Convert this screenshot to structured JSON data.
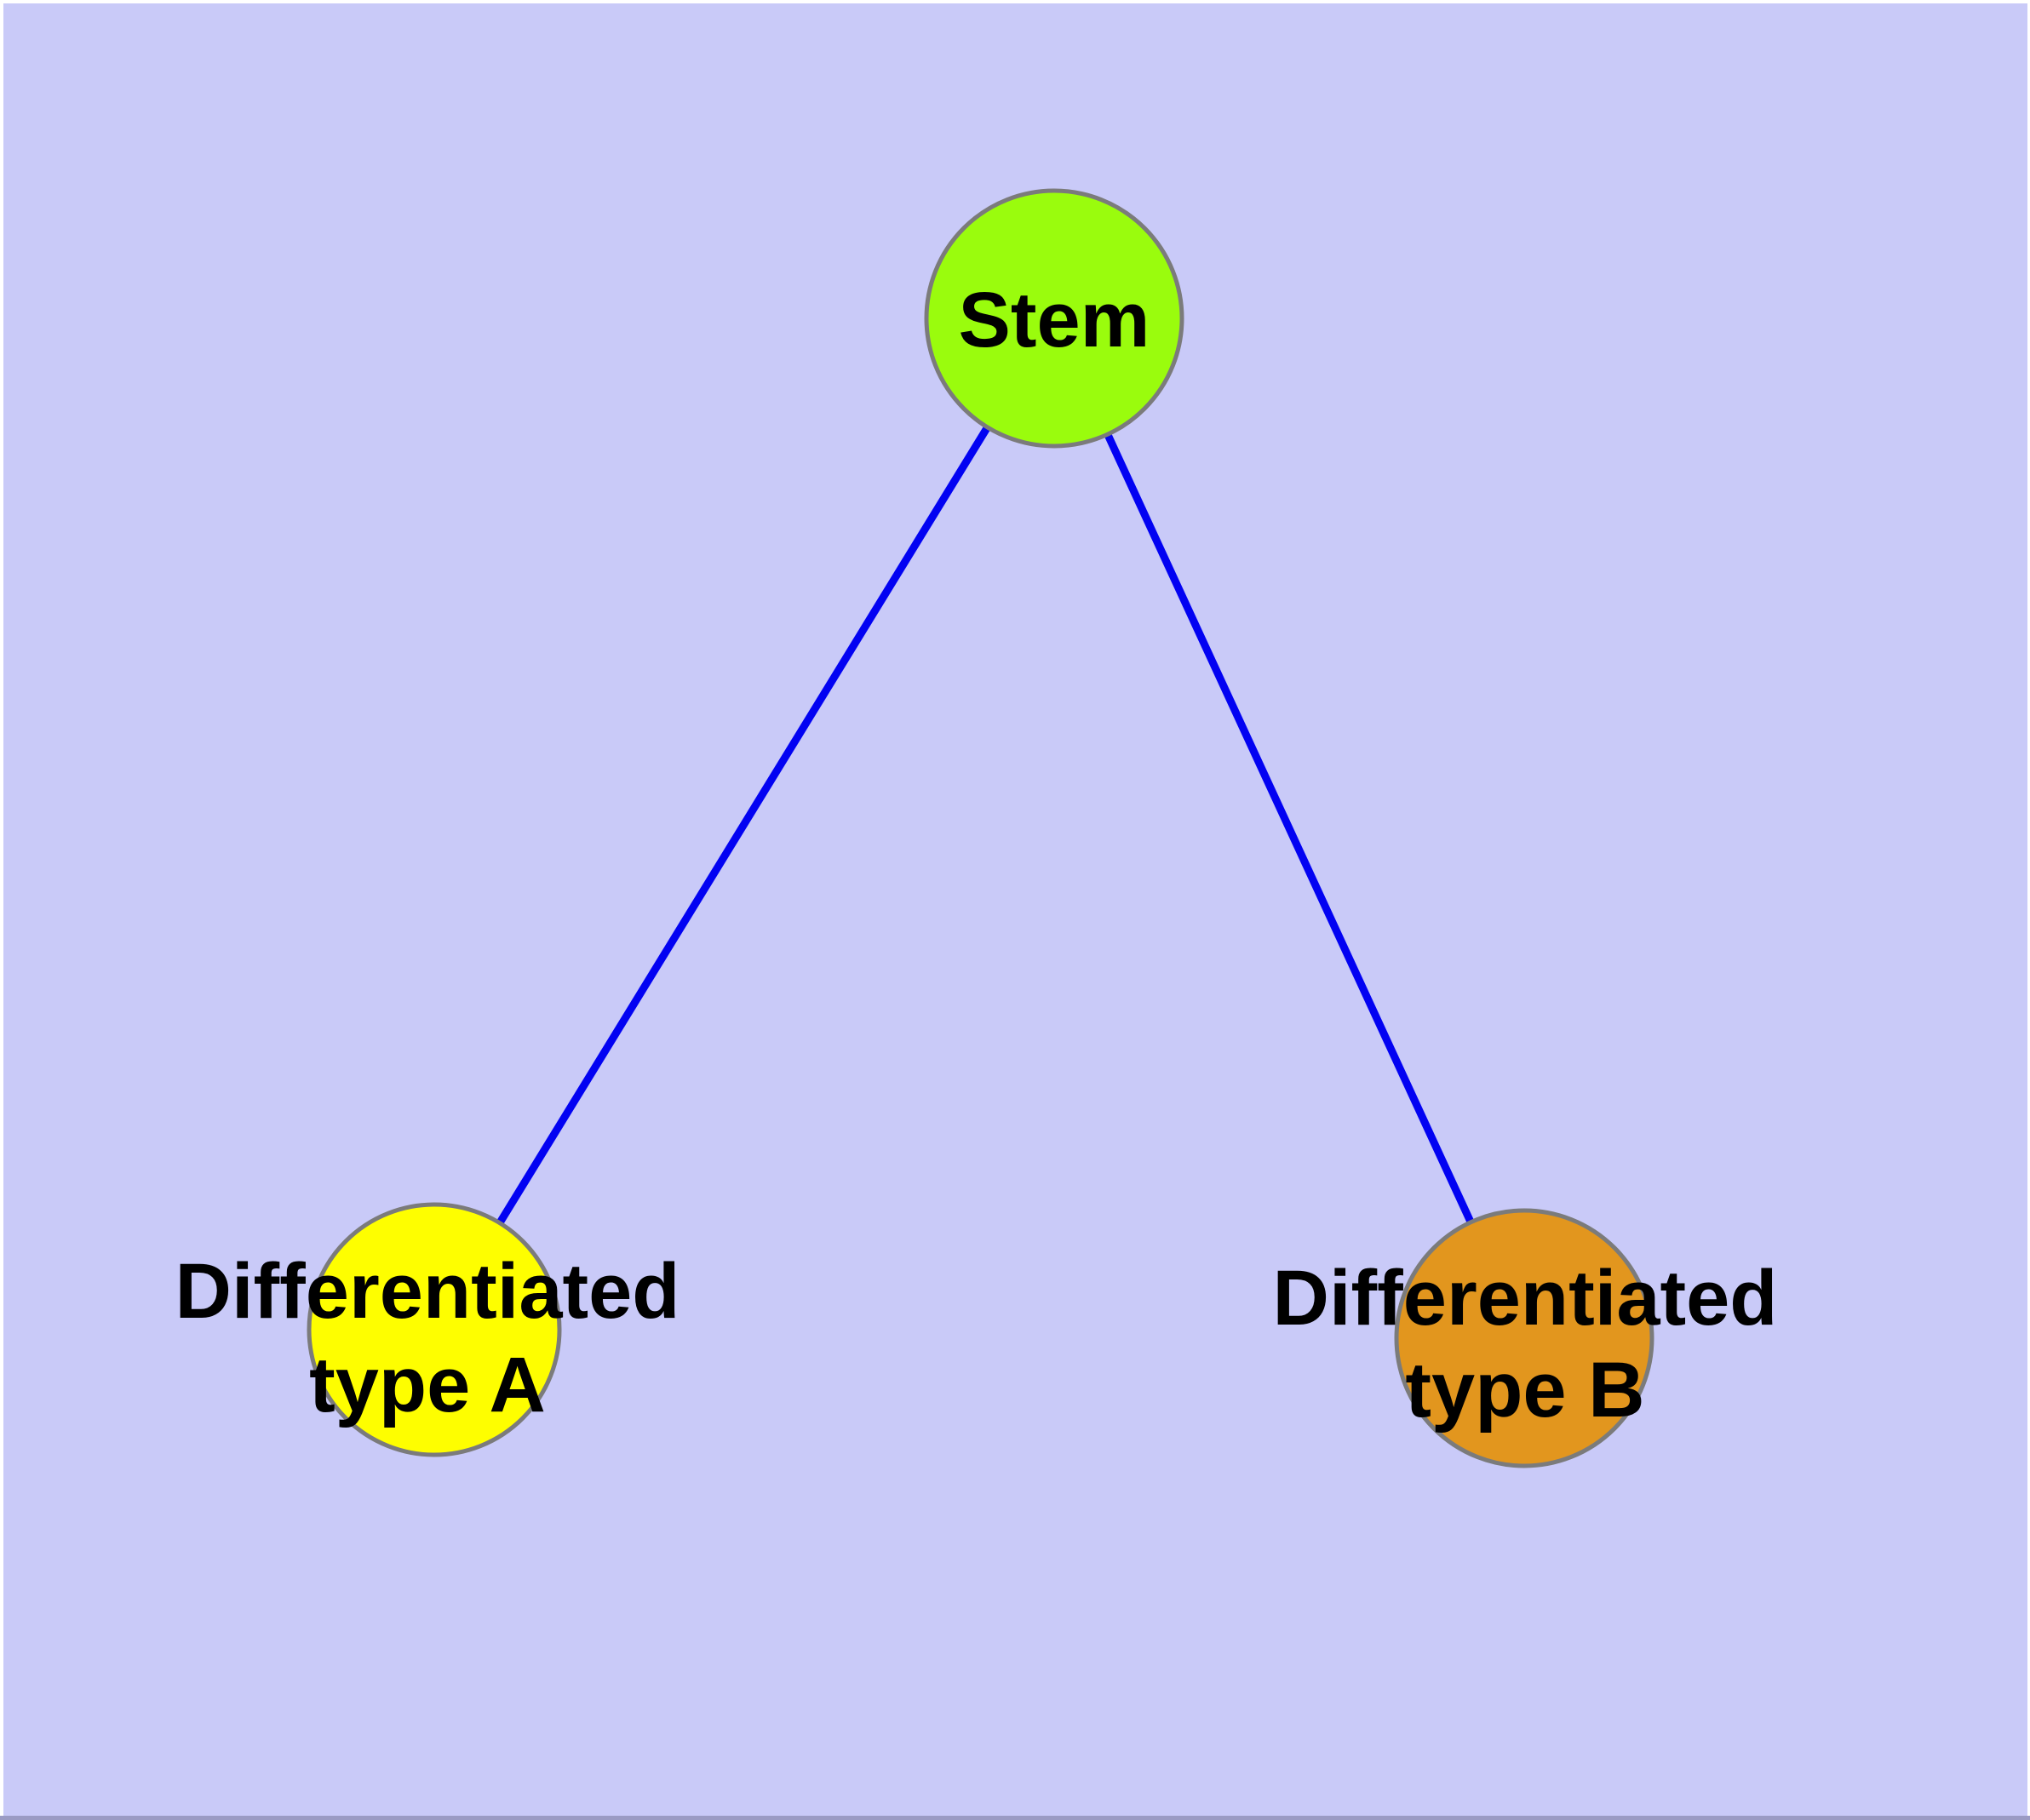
{
  "diagram": {
    "type": "graph",
    "description": "Stem cell differentiation tree: one stem node connected to two differentiated cell type nodes",
    "background_color": "#c9caf8",
    "margin_color": "#ffffff",
    "bottom_edge_color": "#9b9bc4",
    "edge_color": "#0202f2",
    "node_border_color": "#7b7b7b",
    "label_color": "#000000",
    "nodes": [
      {
        "id": "stem",
        "label": "Stem",
        "fill": "#9afc0d"
      },
      {
        "id": "differentiated-type-a",
        "label": "Differentiated type A",
        "line1": "Differentiated",
        "line2": "type A",
        "fill": "#fefe00"
      },
      {
        "id": "differentiated-type-b",
        "label": "Differentiated type B",
        "line1": "Differentiated",
        "line2": "type B",
        "fill": "#e2961e"
      }
    ],
    "edges": [
      {
        "from": "Stem",
        "to": "Differentiated type A"
      },
      {
        "from": "Stem",
        "to": "Differentiated type B"
      }
    ]
  }
}
